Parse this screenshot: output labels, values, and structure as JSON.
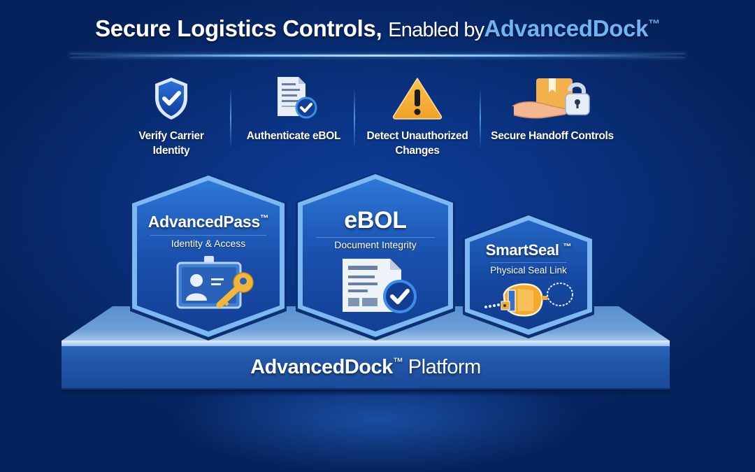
{
  "header": {
    "title_main": "Secure Logistics Controls,",
    "title_light": "Enabled by",
    "title_brand": "AdvancedDock",
    "trademark": "™"
  },
  "features": [
    {
      "icon": "shield-check-icon",
      "label_line1": "Verify Carrier",
      "label_line2": "Identity"
    },
    {
      "icon": "document-check-icon",
      "label_line1": "Authenticate eBOL",
      "label_line2": ""
    },
    {
      "icon": "warning-triangle-icon",
      "label_line1": "Detect Unauthorized",
      "label_line2": "Changes"
    },
    {
      "icon": "hand-package-lock-icon",
      "label_line1": "Secure Handoff Controls",
      "label_line2": ""
    }
  ],
  "modules": [
    {
      "title": "AdvancedPass",
      "trademark": "™",
      "subtitle": "Identity & Access",
      "icon": "id-badge-key-icon"
    },
    {
      "title": "eBOL",
      "trademark": "",
      "subtitle": "Document Integrity",
      "icon": "document-check-icon"
    },
    {
      "title": "SmartSeal",
      "trademark": "™",
      "subtitle": "Physical Seal Link",
      "icon": "bolt-seal-icon"
    }
  ],
  "platform": {
    "name": "AdvancedDock",
    "trademark": "™",
    "suffix": "Platform"
  },
  "colors": {
    "background": "#0a3382",
    "brand_accent": "#6fb4f5",
    "hex_fill": "#1a4fae",
    "hex_border": "#7db8f3",
    "warning": "#f5a623",
    "key_gold": "#f3b63a"
  }
}
